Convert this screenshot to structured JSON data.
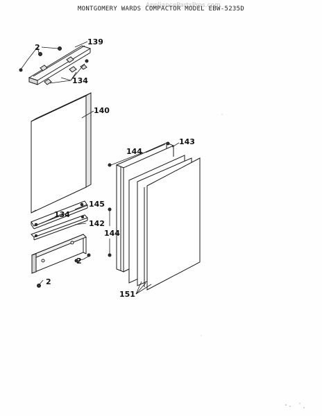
{
  "header": {
    "title": "MONTGOMERY WARDS COMPACTOR MODEL EBW-5235D",
    "watermark": "AppliancePartsPros.com"
  },
  "callouts": {
    "c2_top": "2",
    "c139": "139",
    "c134_top": "134",
    "c140": "140",
    "c144_top": "144",
    "c143": "143",
    "c134_bottom": "134",
    "c145": "145",
    "c142": "142",
    "c144_side": "144",
    "c2_right": "2",
    "c2_bottom": "2",
    "c151": "151"
  },
  "colors": {
    "ink": "#1a1a1a",
    "paper": "#fefefe"
  }
}
